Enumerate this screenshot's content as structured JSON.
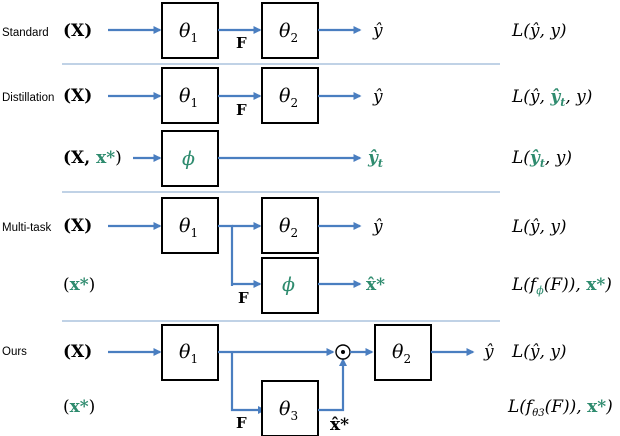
{
  "rows": {
    "standard": {
      "label": "Standard",
      "input": "(X)",
      "box1": "θ",
      "box1_sub": "1",
      "feature": "F",
      "box2": "θ",
      "box2_sub": "2",
      "output": "ŷ",
      "loss": "L(ŷ, y)"
    },
    "distillation": {
      "label": "Distillation",
      "input": "(X)",
      "box1": "θ",
      "box1_sub": "1",
      "feature": "F",
      "box2": "θ",
      "box2_sub": "2",
      "output": "ŷ",
      "loss_pre": "L(ŷ, ",
      "loss_teal": "ŷ",
      "loss_teal_sub": "t",
      "loss_post": ", y)",
      "input2_pre": "(X, ",
      "input2_teal": "x*",
      "input2_post": ")",
      "teacher_box": "ϕ",
      "output2": "ŷ",
      "output2_sub": "t",
      "loss2_pre": "L(",
      "loss2_teal": "ŷ",
      "loss2_teal_sub": "t",
      "loss2_post": ", y)"
    },
    "multitask": {
      "label": "Multi-task",
      "input": "(X)",
      "box1": "θ",
      "box1_sub": "1",
      "box2": "θ",
      "box2_sub": "2",
      "output": "ŷ",
      "loss": "L(ŷ, y)",
      "input2_pre": "(",
      "input2_teal": "x*",
      "input2_post": ")",
      "feature": "F",
      "aux_box": "ϕ",
      "aux_output": "x̂*",
      "loss2_pre": "L(f",
      "loss2_sub": "ϕ",
      "loss2_mid": "(F)), ",
      "loss2_teal": "x*",
      "loss2_post": ")"
    },
    "ours": {
      "label": "Ours",
      "input": "(X)",
      "box1": "θ",
      "box1_sub": "1",
      "combine": "⊙",
      "box2": "θ",
      "box2_sub": "2",
      "output": "ŷ",
      "loss": "L(ŷ, y)",
      "input2_pre": "(",
      "input2_teal": "x*",
      "input2_post": ")",
      "feature": "F",
      "box3": "θ",
      "box3_sub": "3",
      "aux_output": "x̂*",
      "loss2_pre": "L(f",
      "loss2_sub": "θ3",
      "loss2_mid": "(F)), ",
      "loss2_teal": "x*",
      "loss2_post": ")"
    }
  },
  "colors": {
    "arrow": "#4a7ec0",
    "separator": "#9bb7d6",
    "teal": "#2e8b6e",
    "box_stroke": "#000000"
  }
}
